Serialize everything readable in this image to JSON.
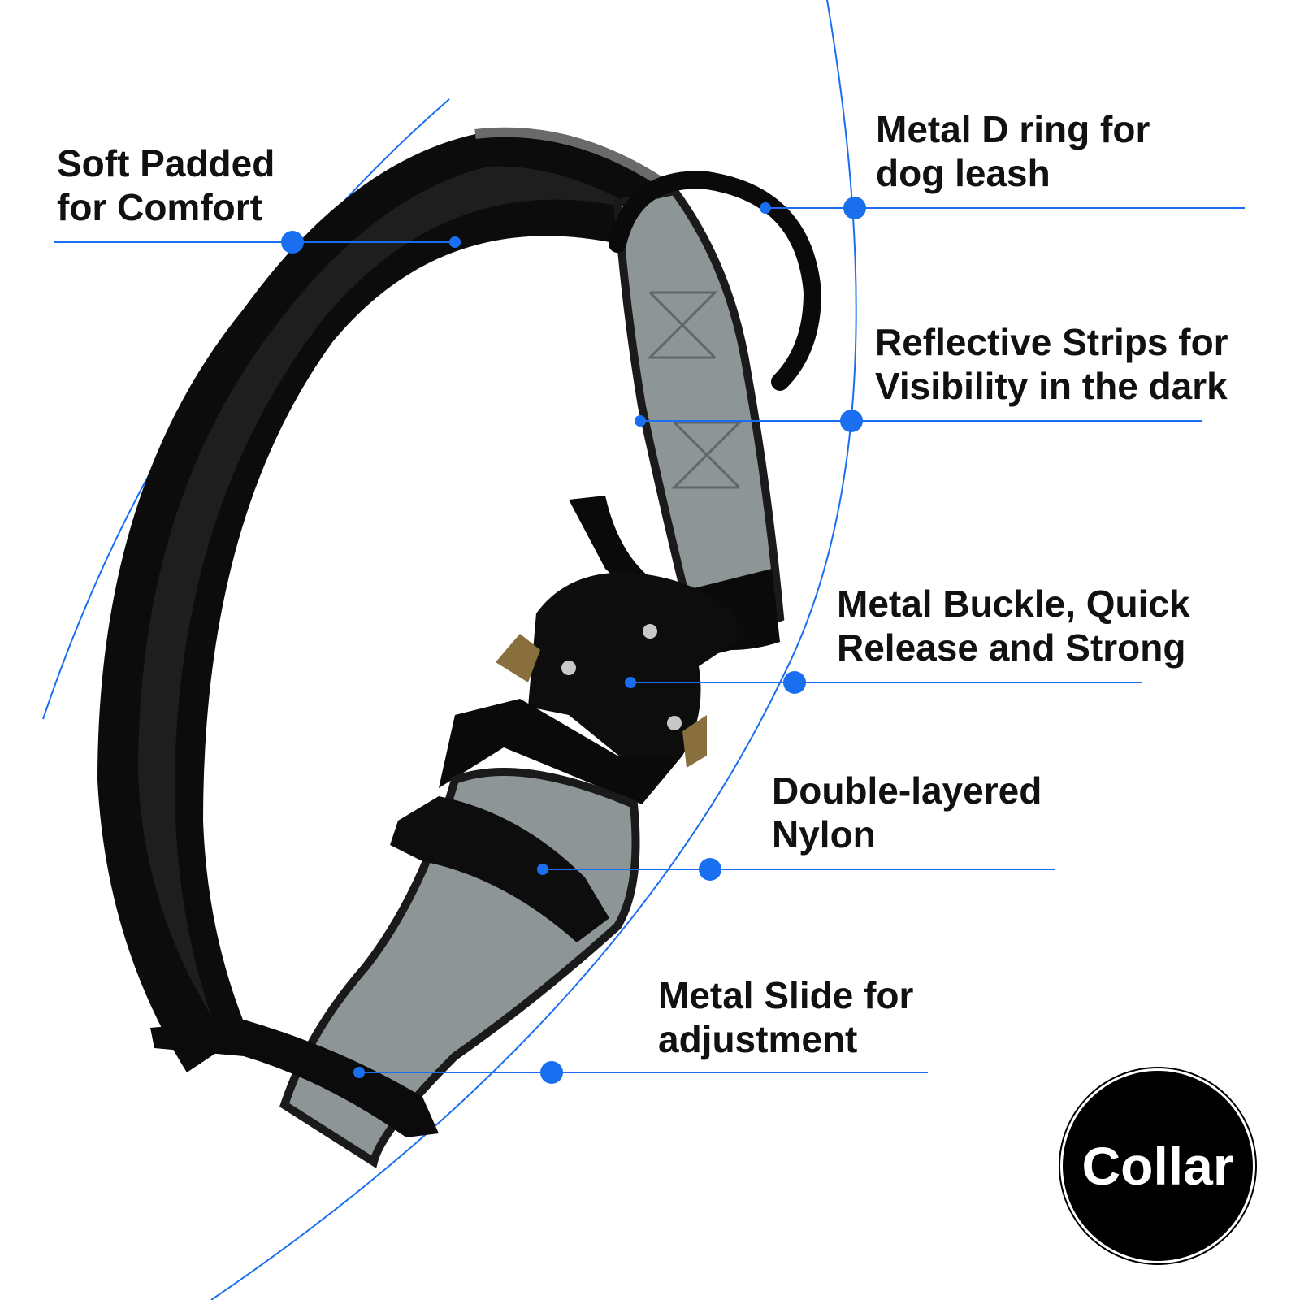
{
  "accent_color": "#1a6ff0",
  "callouts": {
    "padded": {
      "line1": "Soft Padded",
      "line2": "for Comfort"
    },
    "d_ring": {
      "line1": "Metal D ring for",
      "line2": "dog leash"
    },
    "reflective": {
      "line1": "Reflective Strips for",
      "line2": "Visibility in the dark"
    },
    "buckle": {
      "line1": "Metal Buckle, Quick",
      "line2": "Release and Strong"
    },
    "nylon": {
      "line1": "Double-layered",
      "line2": "Nylon"
    },
    "slide": {
      "line1": "Metal Slide for",
      "line2": "adjustment"
    }
  },
  "badge": {
    "label": "Collar"
  }
}
